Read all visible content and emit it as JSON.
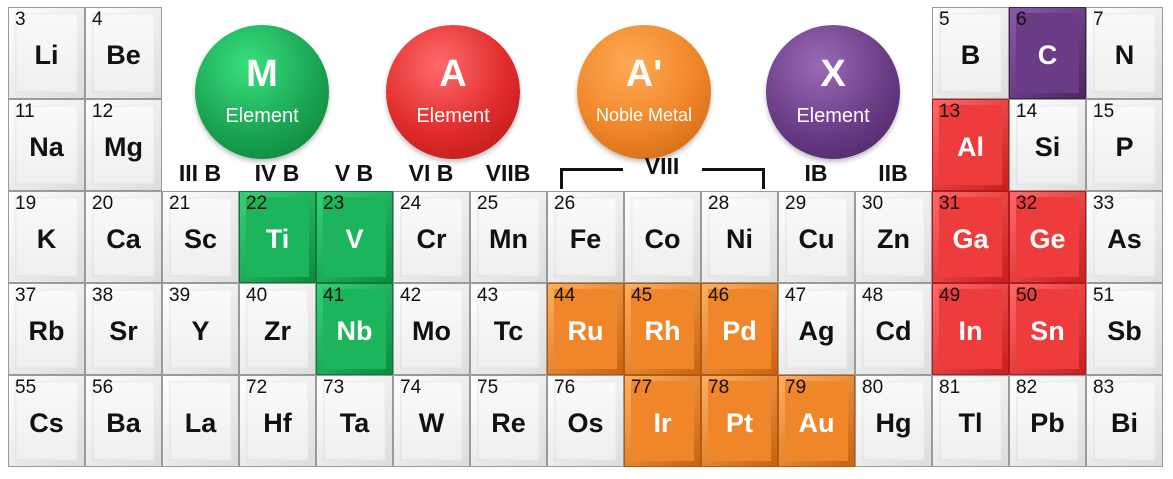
{
  "legend": {
    "M": {
      "letter": "M",
      "label": "Element",
      "color": "#1aa552"
    },
    "A": {
      "letter": "A",
      "label": "Element",
      "color": "#e02b2b"
    },
    "Ap": {
      "letter": "A'",
      "label": "Noble Metal",
      "color": "#ef8528"
    },
    "X": {
      "letter": "X",
      "label": "Element",
      "color": "#6a3c86"
    }
  },
  "group_headers": [
    "III B",
    "IV B",
    "V B",
    "VI B",
    "VIIB",
    "VIII",
    "IB",
    "IIB"
  ],
  "elements": [
    {
      "n": "3",
      "s": "Li",
      "t": "none"
    },
    {
      "n": "4",
      "s": "Be",
      "t": "none"
    },
    {
      "n": "5",
      "s": "B",
      "t": "none"
    },
    {
      "n": "6",
      "s": "C",
      "t": "X"
    },
    {
      "n": "7",
      "s": "N",
      "t": "none"
    },
    {
      "n": "11",
      "s": "Na",
      "t": "none"
    },
    {
      "n": "12",
      "s": "Mg",
      "t": "none"
    },
    {
      "n": "13",
      "s": "Al",
      "t": "A"
    },
    {
      "n": "14",
      "s": "Si",
      "t": "none"
    },
    {
      "n": "15",
      "s": "P",
      "t": "none"
    },
    {
      "n": "19",
      "s": "K",
      "t": "none"
    },
    {
      "n": "20",
      "s": "Ca",
      "t": "none"
    },
    {
      "n": "21",
      "s": "Sc",
      "t": "none"
    },
    {
      "n": "22",
      "s": "Ti",
      "t": "M"
    },
    {
      "n": "23",
      "s": "V",
      "t": "M"
    },
    {
      "n": "24",
      "s": "Cr",
      "t": "none"
    },
    {
      "n": "25",
      "s": "Mn",
      "t": "none"
    },
    {
      "n": "26",
      "s": "Fe",
      "t": "none"
    },
    {
      "n": "",
      "s": "Co",
      "t": "none"
    },
    {
      "n": "28",
      "s": "Ni",
      "t": "none"
    },
    {
      "n": "29",
      "s": "Cu",
      "t": "none"
    },
    {
      "n": "30",
      "s": "Zn",
      "t": "none"
    },
    {
      "n": "31",
      "s": "Ga",
      "t": "A"
    },
    {
      "n": "32",
      "s": "Ge",
      "t": "A"
    },
    {
      "n": "33",
      "s": "As",
      "t": "none"
    },
    {
      "n": "37",
      "s": "Rb",
      "t": "none"
    },
    {
      "n": "38",
      "s": "Sr",
      "t": "none"
    },
    {
      "n": "39",
      "s": "Y",
      "t": "none"
    },
    {
      "n": "40",
      "s": "Zr",
      "t": "none"
    },
    {
      "n": "41",
      "s": "Nb",
      "t": "M"
    },
    {
      "n": "42",
      "s": "Mo",
      "t": "none"
    },
    {
      "n": "43",
      "s": "Tc",
      "t": "none"
    },
    {
      "n": "44",
      "s": "Ru",
      "t": "Ap"
    },
    {
      "n": "45",
      "s": "Rh",
      "t": "Ap"
    },
    {
      "n": "46",
      "s": "Pd",
      "t": "Ap"
    },
    {
      "n": "47",
      "s": "Ag",
      "t": "none"
    },
    {
      "n": "48",
      "s": "Cd",
      "t": "none"
    },
    {
      "n": "49",
      "s": "In",
      "t": "A"
    },
    {
      "n": "50",
      "s": "Sn",
      "t": "A"
    },
    {
      "n": "51",
      "s": "Sb",
      "t": "none"
    },
    {
      "n": "55",
      "s": "Cs",
      "t": "none"
    },
    {
      "n": "56",
      "s": "Ba",
      "t": "none"
    },
    {
      "n": "",
      "s": "La",
      "t": "none"
    },
    {
      "n": "72",
      "s": "Hf",
      "t": "none"
    },
    {
      "n": "73",
      "s": "Ta",
      "t": "none"
    },
    {
      "n": "74",
      "s": "W",
      "t": "none"
    },
    {
      "n": "75",
      "s": "Re",
      "t": "none"
    },
    {
      "n": "76",
      "s": "Os",
      "t": "none"
    },
    {
      "n": "77",
      "s": "Ir",
      "t": "Ap"
    },
    {
      "n": "78",
      "s": "Pt",
      "t": "Ap"
    },
    {
      "n": "79",
      "s": "Au",
      "t": "Ap"
    },
    {
      "n": "80",
      "s": "Hg",
      "t": "none"
    },
    {
      "n": "81",
      "s": "Tl",
      "t": "none"
    },
    {
      "n": "82",
      "s": "Pb",
      "t": "none"
    },
    {
      "n": "83",
      "s": "Bi",
      "t": "none"
    }
  ]
}
